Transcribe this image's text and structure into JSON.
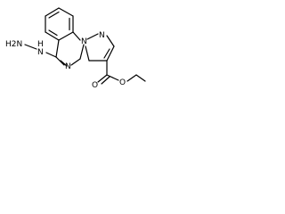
{
  "molecule": {
    "atoms": {
      "n_ring_top": "N",
      "n_ring_mid": "N",
      "n_ring_low": "N",
      "hydrazine_h2n": "H2N",
      "hydrazine_nh": "N",
      "hydrazine_h": "H",
      "ester_o_carbonyl": "O",
      "ester_o_ether": "O"
    }
  }
}
